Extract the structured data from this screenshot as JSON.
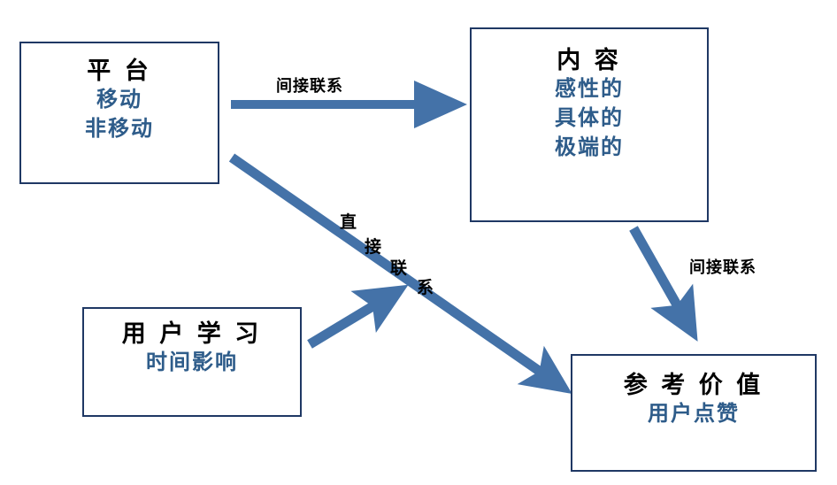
{
  "diagram": {
    "type": "flow-diagram",
    "background_color": "#ffffff",
    "colors": {
      "box_border": "#1F3864",
      "title_text": "#000000",
      "sub_text": "#2E5C8A",
      "arrow": "#4472A8",
      "edge_label_text": "#000000"
    },
    "nodes": [
      {
        "id": "platform",
        "title": "平 台",
        "sublabels": [
          "移动",
          "非移动"
        ]
      },
      {
        "id": "content",
        "title": "内 容",
        "sublabels": [
          "感性的",
          "具体的",
          "极端的"
        ]
      },
      {
        "id": "user-learning",
        "title": "用 户 学 习",
        "sublabels": [
          "时间影响"
        ]
      },
      {
        "id": "reference-value",
        "title": "参 考 价 值",
        "sublabels": [
          "用户点赞"
        ]
      }
    ],
    "edges": [
      {
        "id": "platform-to-content",
        "from": "platform",
        "to": "content",
        "label": "间接联系",
        "style": "horizontal-arrow"
      },
      {
        "id": "platform-to-reference",
        "from": "platform",
        "to": "reference-value",
        "label": "直接联系",
        "label_chars": [
          "直",
          "接",
          "联",
          "系"
        ],
        "style": "diagonal-arrow"
      },
      {
        "id": "content-to-reference",
        "from": "content",
        "to": "reference-value",
        "label": "间接联系",
        "style": "diagonal-arrow"
      },
      {
        "id": "learning-to-diagonal",
        "from": "user-learning",
        "to": "platform-to-reference",
        "label": "",
        "style": "short-diagonal-arrow"
      }
    ]
  }
}
